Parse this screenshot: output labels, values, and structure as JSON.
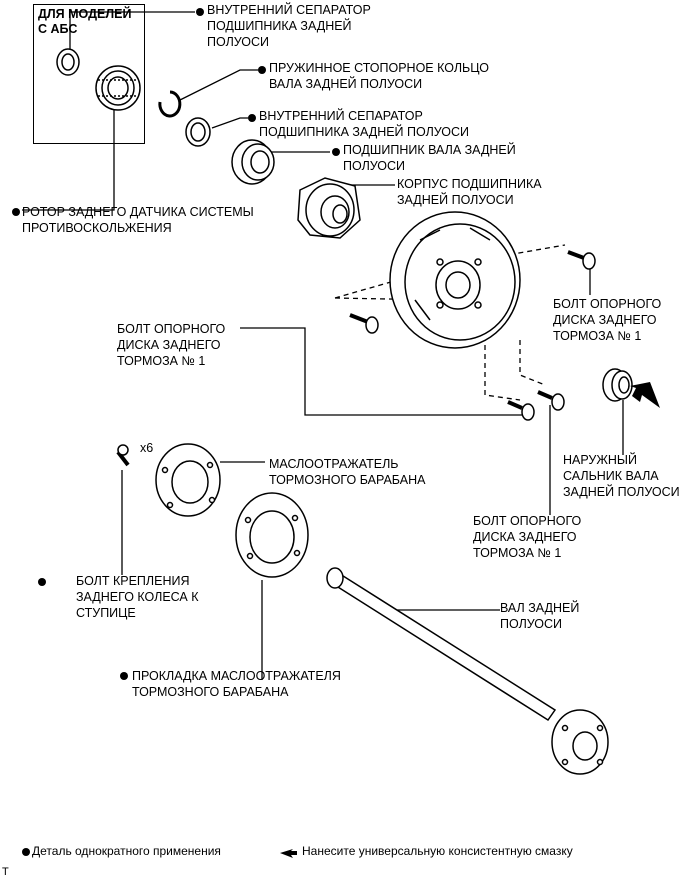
{
  "abs_box": {
    "title": "ДЛЯ МОДЕЛЕЙ\nС АБС"
  },
  "labels": {
    "inner_separator_top": "ВНУТРЕННИЙ СЕПАРАТОР\nПОДШИПНИКА ЗАДНЕЙ\nПОЛУОСИ",
    "snap_ring": "ПРУЖИННОЕ СТОПОРНОЕ КОЛЬЦО\nВАЛА ЗАДНЕЙ ПОЛУОСИ",
    "inner_separator_2": "ВНУТРЕННИЙ СЕПАРАТОР\nПОДШИПНИКА ЗАДНЕЙ ПОЛУОСИ",
    "bearing": "ПОДШИПНИК ВАЛА ЗАДНЕЙ\nПОЛУОСИ",
    "bearing_case": "КОРПУС ПОДШИПНИКА\nЗАДНЕЙ ПОЛУОСИ",
    "abs_rotor": "РОТОР ЗАДНЕГО ДАТЧИКА СИСТЕМЫ\nПРОТИВОСКОЛЬЖЕНИЯ",
    "bolt_right": "БОЛТ ОПОРНОГО\nДИСКА ЗАДНЕГО\nТОРМОЗА № 1",
    "bolt_left": "БОЛТ ОПОРНОГО\nДИСКА ЗАДНЕГО\nТОРМОЗА № 1",
    "outer_seal": "НАРУЖНЫЙ\nСАЛЬНИК ВАЛА\nЗАДНЕЙ ПОЛУОСИ",
    "x6": "x6",
    "deflector": "МАСЛООТРАЖАТЕЛЬ\nТОРМОЗНОГО БАРАБАНА",
    "bolt_bottom": "БОЛТ ОПОРНОГО\nДИСКА ЗАДНЕГО\nТОРМОЗА № 1",
    "hub_bolt": "БОЛТ КРЕПЛЕНИЯ\nЗАДНЕГО КОЛЕСА К\nСТУПИЦЕ",
    "axle_shaft": "ВАЛ ЗАДНЕЙ\nПОЛУОСИ",
    "gasket": "ПРОКЛАДКА МАСЛООТРАЖАТЕЛЯ\nТОРМОЗНОГО БАРАБАНА"
  },
  "legend": {
    "non_reusable": "Деталь однократного применения",
    "grease": "Нанесите универсальную консистентную смазку"
  },
  "corner_mark": "T"
}
